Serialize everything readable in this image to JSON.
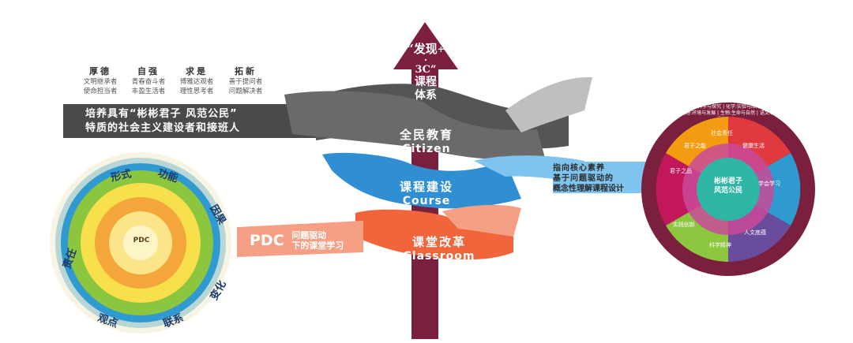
{
  "traits": [
    {
      "head": "厚德",
      "line1": "文明继承者",
      "line2": "使命担当者"
    },
    {
      "head": "自强",
      "line1": "青春奋斗者",
      "line2": "丰盈生活者"
    },
    {
      "head": "求是",
      "line1": "博雅达观者",
      "line2": "理性思考者"
    },
    {
      "head": "拓新",
      "line1": "善于提问者",
      "line2": "问题解决者"
    }
  ],
  "goal": {
    "line1": "培养具有“彬彬君子 风范公民”",
    "line2": "特质的社会主义建设者和接班人"
  },
  "arrow": {
    "quote_open": "“",
    "found": "发现",
    "plus": "+",
    "dot": "·",
    "c3": "3C",
    "quote_close": "”",
    "course": "课程",
    "system": "体系"
  },
  "bands": {
    "citizen": {
      "cn": "全民教育",
      "en": "Citizen"
    },
    "course": {
      "cn": "课程建设",
      "en": "Course"
    },
    "classroom": {
      "cn": "课堂改革",
      "en": "Classroom"
    }
  },
  "right_callout": {
    "line1": "指向核心素养",
    "line2": "基于问题驱动的",
    "line3": "概念性理解课程设计"
  },
  "pdc_callout": {
    "title": "PDC",
    "line1": "问题驱动",
    "line2": "下的课堂学习"
  },
  "left_wheel": {
    "outer_words": [
      "形式",
      "功能",
      "因果",
      "变化",
      "联系",
      "观点",
      "责任"
    ],
    "center": "PDC",
    "colors": [
      "#2e9ad0",
      "#8cc63f",
      "#f7e04b",
      "#f4a63a",
      "#8dd0f2"
    ]
  },
  "right_wheel": {
    "center_line1": "彬彬君子",
    "center_line2": "风范公民",
    "outer_ring": "数学:数据与逻辑 | 物理:科学与探究 | 化学:实验与应用 | 道法:认识与行动 | 历史:人文与社会 | 地理:环境与发展 | 生物:生命与自然 | 语文:文字与情感 | 英语:语言与交际",
    "colors": [
      "#e03a3e",
      "#f39c12",
      "#8dc63f",
      "#2e9ad0",
      "#6a4c9c",
      "#c2185b"
    ],
    "inner_labels": [
      "社会责任",
      "健康生活",
      "学会学习",
      "人文底蕴",
      "科学精神",
      "实践创新",
      "君子之品",
      "君子之能"
    ]
  }
}
